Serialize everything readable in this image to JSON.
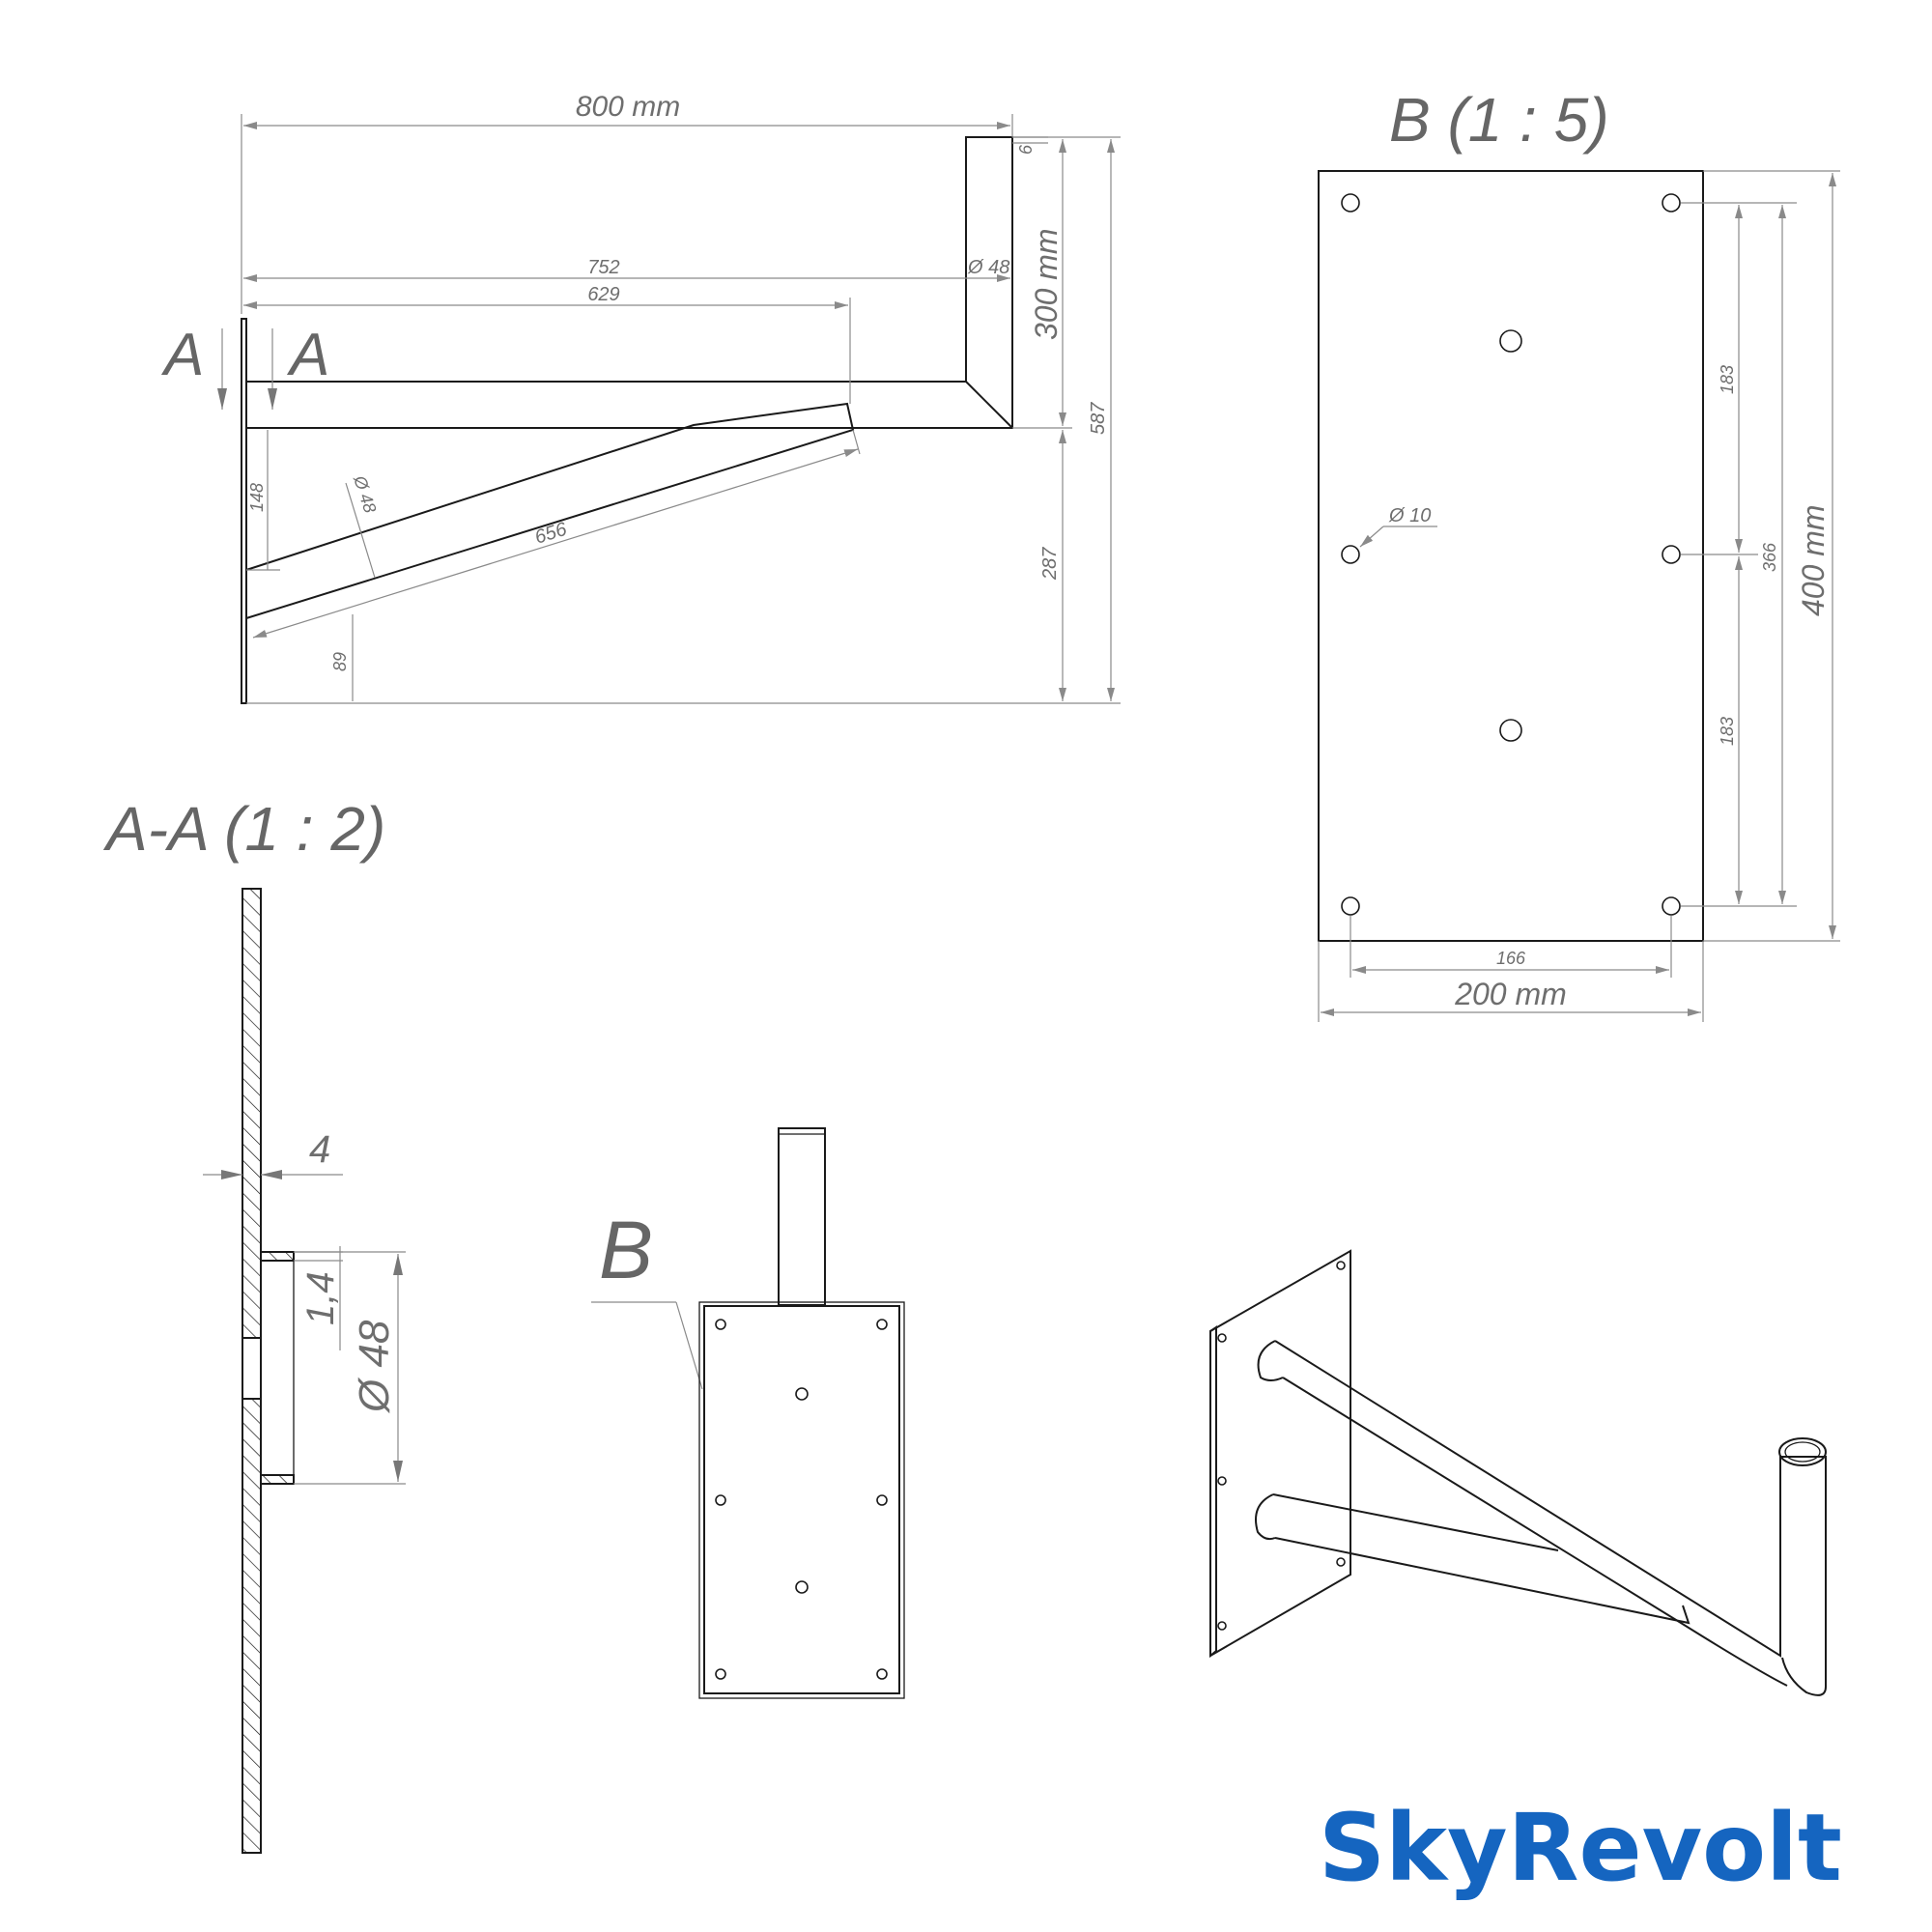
{
  "views": {
    "side": {
      "section_letter_left": "A",
      "section_letter_right": "A",
      "dims": {
        "overall_width": "800 mm",
        "top_thickness": "6",
        "arm_length_upper": "752",
        "tube_upper": "Ø 48",
        "brace_reach": "629",
        "mast_height": "300 mm",
        "total_height": "587",
        "brace_offset": "148",
        "tube_brace": "Ø 48",
        "brace_length": "656",
        "lower_height": "287",
        "base_offset": "89"
      }
    },
    "section_aa": {
      "title": "A-A (1 : 2)",
      "dims": {
        "plate_thickness": "4",
        "wall_thickness": "1,4",
        "tube_diameter": "Ø 48"
      }
    },
    "detail_b": {
      "title": "B (1 : 5)",
      "dims": {
        "hole_diameter": "Ø 10",
        "hole_spacing_upper": "183",
        "hole_spacing_lower": "183",
        "hole_span": "366",
        "plate_height": "400 mm",
        "hole_span_horizontal": "166",
        "plate_width": "200 mm"
      }
    },
    "front": {
      "callout_label": "B"
    }
  },
  "brand": {
    "logo_text": "SkyRevolt",
    "logo_color": "#1565c0"
  }
}
